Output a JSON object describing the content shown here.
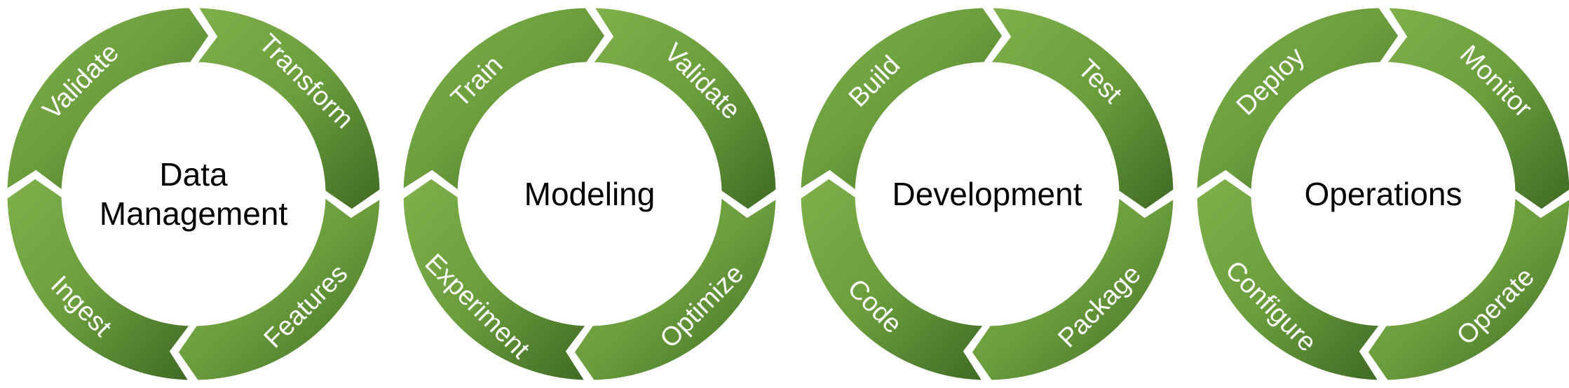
{
  "colors": {
    "segment_light": "#7fb04b",
    "segment_dark": "#3f6a24",
    "gap": "#ffffff",
    "center_text": "#000000",
    "segment_text": "#ffffff"
  },
  "cycles": [
    {
      "title_lines": [
        "Data",
        "Management"
      ],
      "segments": [
        "Validate",
        "Transform",
        "Features",
        "Ingest"
      ]
    },
    {
      "title_lines": [
        "Modeling"
      ],
      "segments": [
        "Train",
        "Validate",
        "Optimize",
        "Experiment"
      ]
    },
    {
      "title_lines": [
        "Development"
      ],
      "segments": [
        "Build",
        "Test",
        "Package",
        "Code"
      ]
    },
    {
      "title_lines": [
        "Operations"
      ],
      "segments": [
        "Deploy",
        "Monitor",
        "Operate",
        "Configure"
      ]
    }
  ]
}
